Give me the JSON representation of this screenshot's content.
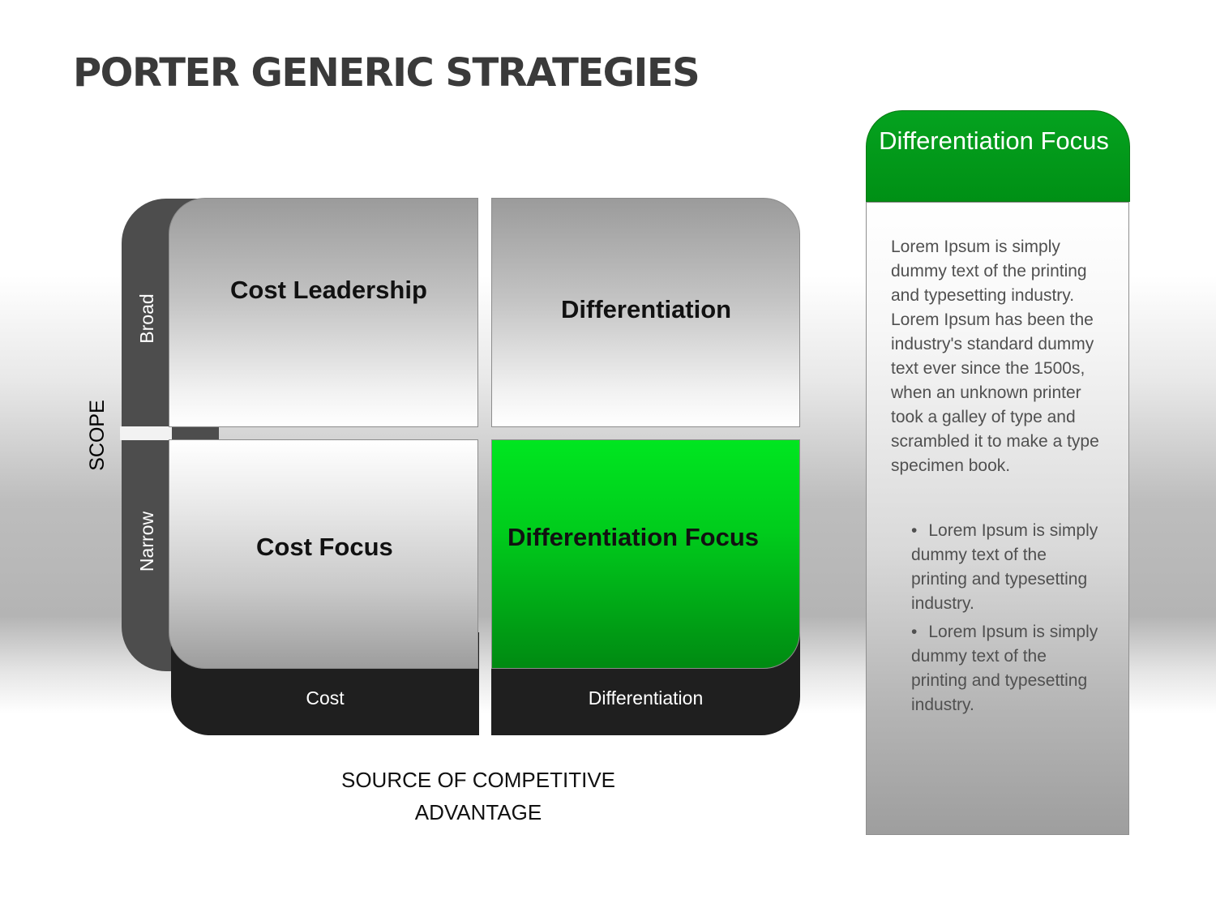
{
  "title": "PORTER GENERIC STRATEGIES",
  "scope": {
    "axis_label": "SCOPE",
    "broad": "Broad",
    "narrow": "Narrow"
  },
  "quadrants": {
    "top_left": "Cost Leadership",
    "top_right": "Differentiation",
    "bottom_left": "Cost Focus",
    "bottom_right": "Differentiation Focus"
  },
  "source": {
    "cost": "Cost",
    "differentiation": "Differentiation",
    "axis_label_line1": "SOURCE OF COMPETITIVE",
    "axis_label_line2": "ADVANTAGE"
  },
  "panel": {
    "header": "Differentiation Focus",
    "paragraph": "Lorem Ipsum is simply dummy text of the printing and typesetting industry. Lorem Ipsum has been the industry's standard dummy text ever since the 1500s, when an unknown printer took a galley of type and scrambled it to make a type specimen book.",
    "bullets": [
      "Lorem Ipsum is simply dummy text of the printing and typesetting industry.",
      "Lorem Ipsum is simply dummy text of the printing and typesetting industry."
    ],
    "bullet_symbol": "•"
  },
  "colors": {
    "highlight_green": "#00cc1c",
    "header_green": "#009015",
    "dark_bar": "#4d4d4d",
    "bottom_bar": "#1f1f1f"
  }
}
